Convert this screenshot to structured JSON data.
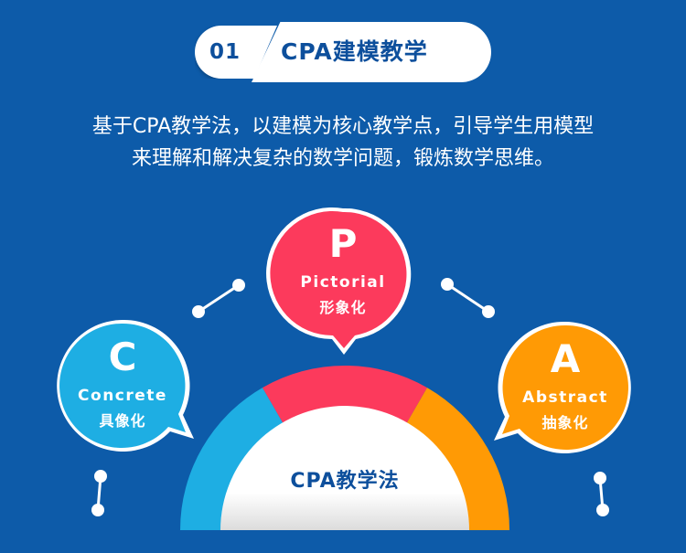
{
  "header": {
    "number": "01",
    "title": "CPA建模教学"
  },
  "intro": {
    "line1": "基于CPA教学法，以建模为核心教学点，引导学生用模型",
    "line2": "来理解和解决复杂的数学问题，锻炼数学思维。"
  },
  "bubbles": [
    {
      "letter": "C",
      "english": "Concrete",
      "chinese": "具像化",
      "color": "#1eaee3"
    },
    {
      "letter": "P",
      "english": "Pictorial",
      "chinese": "形象化",
      "color": "#fc3a5c"
    },
    {
      "letter": "A",
      "english": "Abstract",
      "chinese": "抽象化",
      "color": "#ff9a05"
    }
  ],
  "arc": {
    "label": "CPA教学法",
    "segments": [
      {
        "name": "C",
        "color": "#1eaee3"
      },
      {
        "name": "P",
        "color": "#fc3a5c"
      },
      {
        "name": "A",
        "color": "#ff9a05"
      }
    ]
  },
  "colors": {
    "background": "#0d5ba9",
    "title_text": "#0d4f9c"
  }
}
